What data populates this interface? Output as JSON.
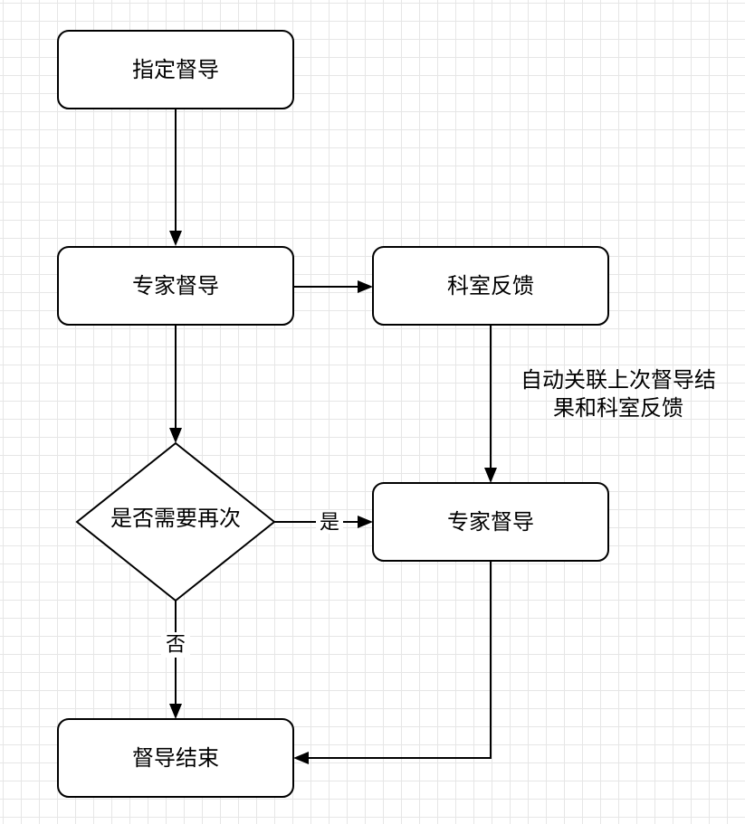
{
  "nodes": {
    "assign_supervision": "指定督导",
    "expert_supervision_1": "专家督导",
    "department_feedback": "科室反馈",
    "decision_again": "是否需要再次",
    "expert_supervision_2": "专家督导",
    "supervision_end": "督导结束"
  },
  "edges": {
    "yes_label": "是",
    "no_label": "否"
  },
  "annotation": {
    "line1": "自动关联上次督导结",
    "line2": "果和科室反馈"
  }
}
